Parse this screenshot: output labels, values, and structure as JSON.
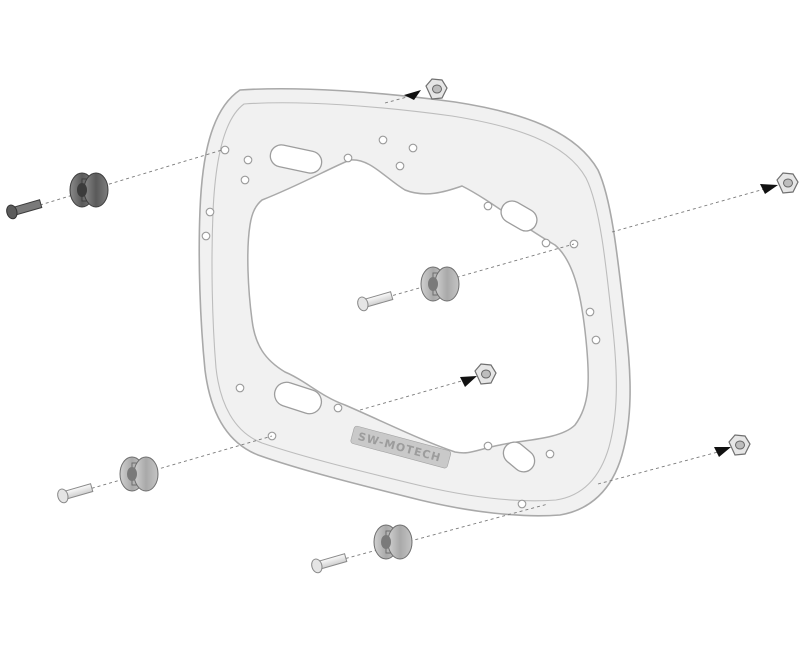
{
  "diagram": {
    "brand_emboss": "SW-MOTECH",
    "colors": {
      "frame_fill": "#f1f1f1",
      "frame_stroke": "#a9a9a9",
      "spacer_dark": "#6e6e6e",
      "spacer_light": "#b8b8b8",
      "bolt": "#ececec",
      "arrow": "#111111"
    },
    "parts": [
      "carrier-plate",
      "spacer-roller",
      "bolt",
      "nut",
      "assembly-arrow"
    ]
  }
}
